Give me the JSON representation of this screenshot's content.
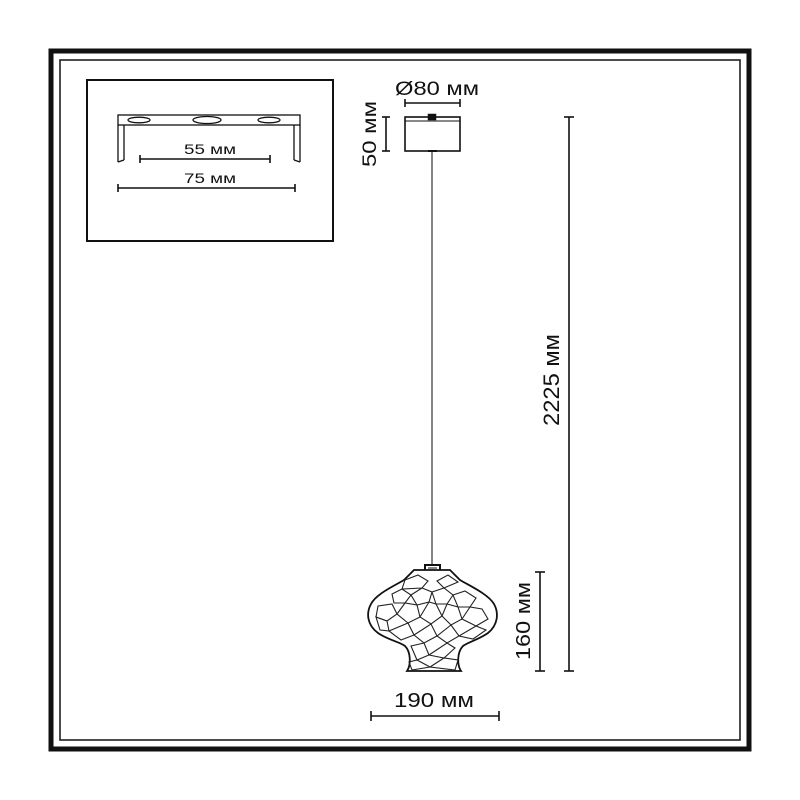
{
  "colors": {
    "line": "#111111",
    "background": "#ffffff"
  },
  "dimensions": {
    "canopy_diameter": "Ø80 мм",
    "canopy_height": "50 мм",
    "total_height": "2225 мм",
    "shade_height": "160 мм",
    "shade_width": "190 мм",
    "bracket_inner": "55 мм",
    "bracket_outer": "75 мм"
  }
}
